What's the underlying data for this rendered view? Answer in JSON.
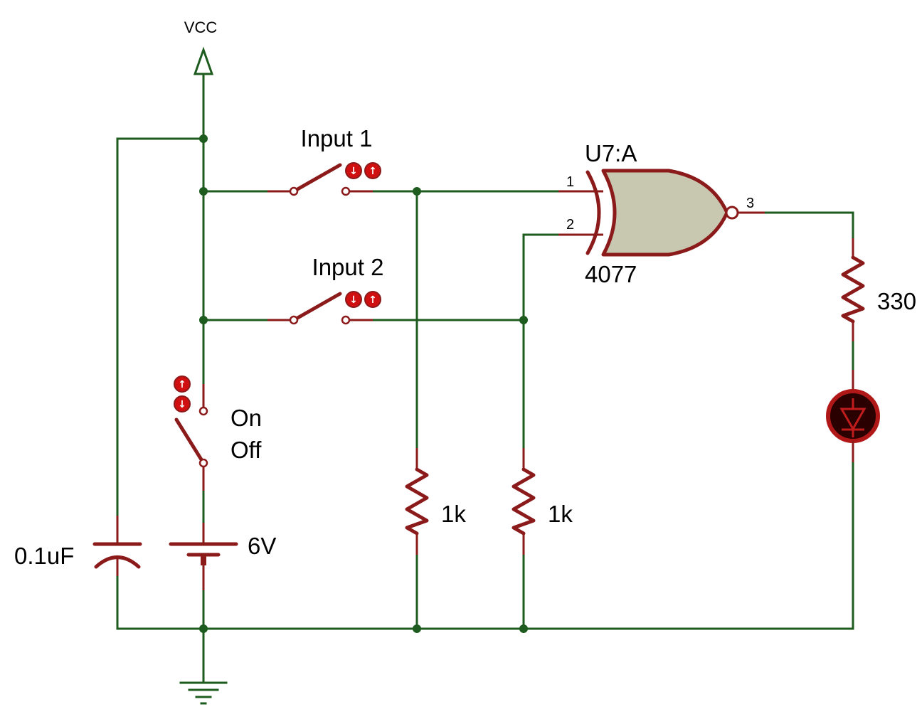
{
  "colors": {
    "wire": "#1e5b1e",
    "component": "#8b1a1a",
    "gate_fill": "#c8c8b0",
    "button": "#d01010",
    "background": "#ffffff"
  },
  "labels": {
    "vcc": "VCC",
    "input1": "Input 1",
    "input2": "Input 2",
    "gate_ref": "U7:A",
    "gate_part": "4077",
    "pin1": "1",
    "pin2": "2",
    "pin3": "3",
    "resistor_led": "330",
    "power_on": "On",
    "power_off": "Off",
    "resistor_a": "1k",
    "resistor_b": "1k",
    "battery": "6V",
    "capacitor": "0.1uF"
  },
  "icons": {
    "switch_down": "arrow-down",
    "switch_up": "arrow-up",
    "gate": "xnor-gate",
    "led": "led-diode",
    "ground": "ground",
    "power": "vcc-arrow"
  }
}
